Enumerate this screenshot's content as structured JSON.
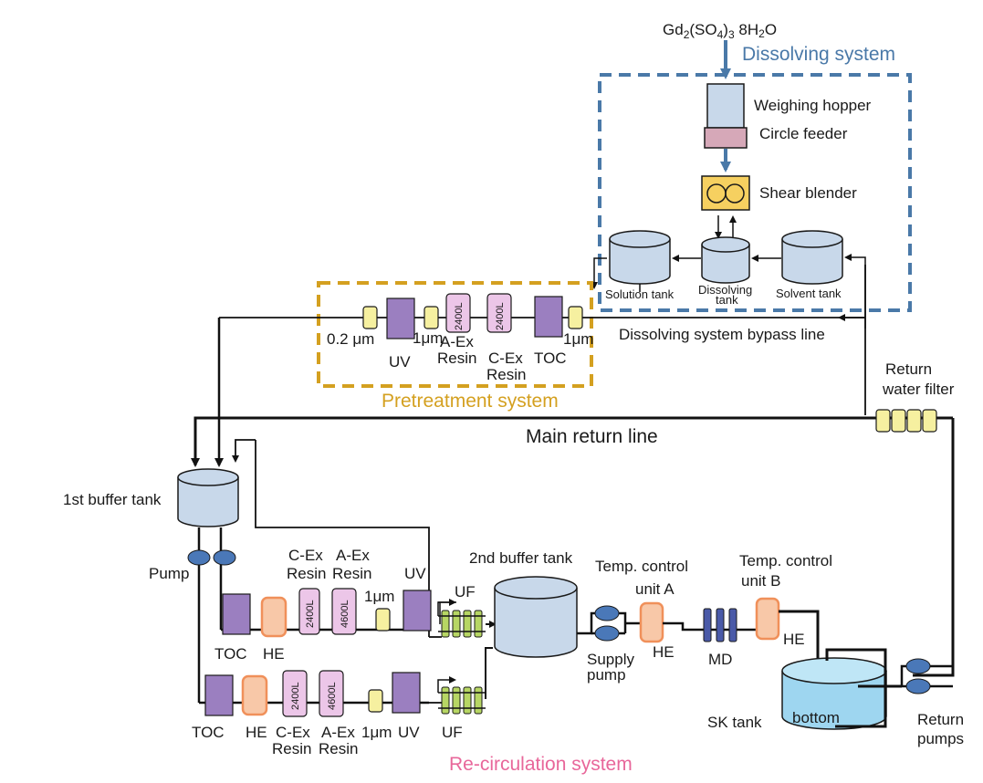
{
  "colors": {
    "dissolving": "#4a79a8",
    "pretreatment": "#d4a020",
    "recirculation": "#e8679a",
    "filter": "#f6f0a0",
    "uv_toc": "#9b7fc0",
    "resin": "#ecc6e8",
    "he": "#f8c8a8",
    "tank": "#c8d8ea",
    "uf": "#b7d664",
    "pump": "#4a78b8",
    "md": "#4a5aa8",
    "sk_water": "#9ed6f0"
  },
  "dissolving": {
    "chemical_pre": "Gd",
    "chemical_s1": "2",
    "chemical_mid": "(SO",
    "chemical_s2": "4",
    "chemical_post": ")",
    "chemical_s3": "3",
    "chemical_tail": " 8H",
    "chemical_s4": "2",
    "chemical_end": "O",
    "title": "Dissolving system",
    "weighing_hopper": "Weighing hopper",
    "circle_feeder": "Circle feeder",
    "shear_blender": "Shear blender",
    "solution_tank": "Solution tank",
    "dissolving_tank_1": "Dissolving",
    "dissolving_tank_2": "tank",
    "solvent_tank": "Solvent tank",
    "bypass": "Dissolving system bypass line"
  },
  "pretreatment": {
    "title": "Pretreatment system",
    "filter_02": "0.2 μm",
    "uv": "UV",
    "filter_1a": "1μm",
    "resin_a_vol": "2400L",
    "resin_c_vol": "2400L",
    "a_ex_1": "A-Ex",
    "a_ex_2": "Resin",
    "c_ex_1": "C-Ex",
    "c_ex_2": "Resin",
    "toc": "TOC",
    "filter_1b": "1μm"
  },
  "main": {
    "return_line": "Main return line",
    "return_filter_1": "Return",
    "return_filter_2": "water filter",
    "buffer1": "1st buffer tank",
    "pump": "Pump",
    "buffer2": "2nd buffer tank",
    "temp_a_1": "Temp. control",
    "temp_a_2": "unit A",
    "temp_b_1": "Temp. control",
    "temp_b_2": "unit B",
    "supply_1": "Supply",
    "supply_2": "pump",
    "he_a": "HE",
    "md": "MD",
    "he_b": "HE",
    "sk_tank": "SK tank",
    "bottom": "bottom",
    "return_pumps_1": "Return",
    "return_pumps_2": "pumps"
  },
  "recirc": {
    "title": "Re-circulation system",
    "top": {
      "c_ex_1": "C-Ex",
      "c_ex_2": "Resin",
      "a_ex_1": "A-Ex",
      "a_ex_2": "Resin",
      "filter": "1μm",
      "uv": "UV",
      "uf": "UF",
      "toc": "TOC",
      "he": "HE",
      "resin_c_vol": "2400L",
      "resin_a_vol": "4600L"
    },
    "bottom": {
      "toc": "TOC",
      "he": "HE",
      "c_ex_1": "C-Ex",
      "c_ex_2": "Resin",
      "a_ex_1": "A-Ex",
      "a_ex_2": "Resin",
      "filter": "1μm",
      "uv": "UV",
      "uf": "UF",
      "resin_c_vol": "2400L",
      "resin_a_vol": "4600L"
    }
  }
}
